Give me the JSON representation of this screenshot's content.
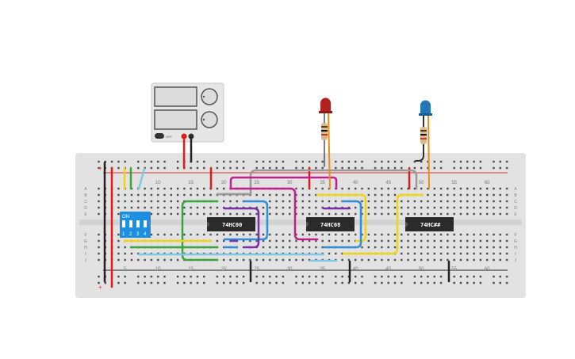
{
  "colors": {
    "background": "#ffffff",
    "breadboard": "#e2e2e2",
    "hole": "#4a4a4a",
    "rail_red": "#e03131",
    "rail_black": "#222222",
    "wire_red": "#e21b1b",
    "wire_black": "#222222",
    "wire_yellow": "#f0d417",
    "wire_green": "#3aa53a",
    "wire_blue": "#2f8fd6",
    "wire_lightblue": "#7ec7e6",
    "wire_magenta": "#c2208e",
    "wire_purple": "#7b2fa8",
    "wire_gray": "#9a9a9a",
    "wire_orange": "#ef8a17",
    "chip": "#2b2b2b",
    "dip_switch": "#1e8fe0",
    "led_red": "#b3201e",
    "led_blue": "#2377b8",
    "power_supply": "#e6e6e6"
  },
  "power_supply": {
    "name": "power supply",
    "power_label": "OFF"
  },
  "breadboard": {
    "column_numbers_top": [
      "10",
      "15",
      "20",
      "25",
      "30",
      "35",
      "40",
      "45",
      "50",
      "55",
      "60"
    ],
    "column_numbers_bottom": [
      "5",
      "10",
      "15",
      "20",
      "25",
      "30",
      "35",
      "40",
      "45",
      "50",
      "55",
      "60"
    ],
    "row_letters_top": [
      "A",
      "B",
      "C",
      "D",
      "E"
    ],
    "row_letters_bottom": [
      "F",
      "G",
      "H",
      "I",
      "J"
    ],
    "rail_plus": "+",
    "rail_minus": "−"
  },
  "chips": [
    {
      "label": "74HC00"
    },
    {
      "label": "74HC08"
    },
    {
      "label": "74HC##"
    }
  ],
  "dip_switch": {
    "on_label": "ON",
    "switch_numbers": [
      "1",
      "2",
      "3",
      "4"
    ]
  },
  "leds": [
    {
      "name": "red LED",
      "color": "#b3201e"
    },
    {
      "name": "blue LED",
      "color": "#2377b8"
    }
  ]
}
